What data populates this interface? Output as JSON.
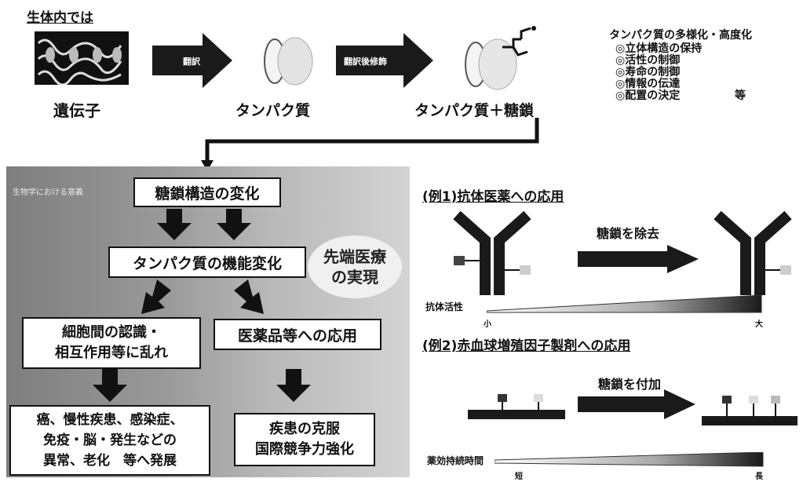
{
  "top": {
    "section_title": "生体内では",
    "gene_label": "遺伝子",
    "translation_label": "翻訳",
    "protein_label": "タンパク質",
    "ptm_label": "翻訳後修飾",
    "protein_sugar_label": "タンパク質＋糖鎖",
    "diversity": {
      "title": "タンパク質の多様化・高度化",
      "items": [
        "◎立体構造の保持",
        "◎活性の制御",
        "◎寿命の制御",
        "◎情報の伝達",
        "◎配置の決定"
      ],
      "etc": "等"
    }
  },
  "flow": {
    "panel_label": "生物学における意義",
    "change_title": "糖鎖構造の変化",
    "function_change": "タンパク質の機能変化",
    "advanced_medicine": [
      "先端医療",
      "の実現"
    ],
    "cell_disorder": [
      "細胞間の認識・",
      "相互作用等に乱れ"
    ],
    "drug_application": "医薬品等への応用",
    "disease_list": [
      "癌、慢性疾患、感染症、",
      "免疫・脳・発生などの",
      "異常、老化　等へ発展"
    ],
    "overcome": [
      "疾患の克服",
      "国際競争力強化"
    ]
  },
  "example1": {
    "title": "(例1)抗体医薬への応用",
    "action": "糖鎖を除去",
    "scale_label": "抗体活性",
    "low": "小",
    "high": "大"
  },
  "example2": {
    "title": "(例2)赤血球増殖因子製剤への応用",
    "action": "糖鎖を付加",
    "scale_label": "薬効持続時間",
    "low": "短",
    "high": "長"
  },
  "colors": {
    "dark": "#1a1a1a",
    "panel": "#8a8a8a",
    "panel_light": "#c9c9c9"
  }
}
